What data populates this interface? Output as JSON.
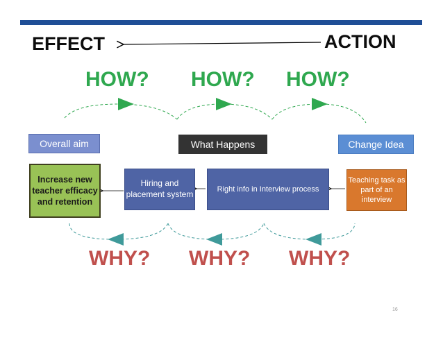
{
  "slide": {
    "effect_label": "EFFECT",
    "action_label": "ACTION",
    "how_labels": [
      "HOW?",
      "HOW?",
      "HOW?"
    ],
    "why_labels": [
      "WHY?",
      "WHY?",
      "WHY?"
    ],
    "tags": {
      "overall_aim": "Overall aim",
      "what_happens": "What Happens",
      "change_idea": "Change Idea"
    },
    "boxes": {
      "goal": "Increase new teacher efficacy and retention",
      "hiring": "Hiring and placement system",
      "right_info": "Right info in Interview process",
      "teaching_task": "Teaching task as part of an interview"
    },
    "page_number": "16"
  },
  "colors": {
    "top_bar": "#1f4e96",
    "how": "#2fa84f",
    "why": "#c0504d",
    "why_arrows": "#3f9a9a",
    "goal_box": "#99c256",
    "process_boxes": "#4f64a5",
    "change_box": "#d9782d"
  }
}
